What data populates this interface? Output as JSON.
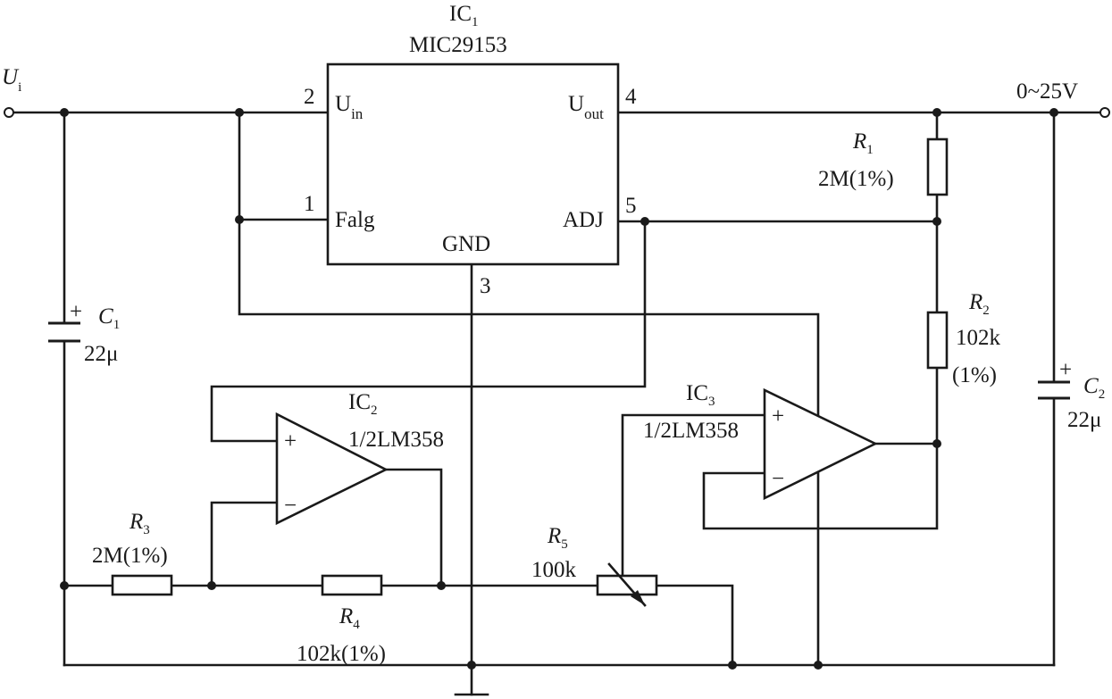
{
  "ic1": {
    "name": "IC",
    "sub": "1",
    "part": "MIC29153",
    "pins": {
      "uin": {
        "num": "2",
        "label": "U",
        "sub": "in"
      },
      "flag": {
        "num": "1",
        "label": "Falg"
      },
      "uout": {
        "num": "4",
        "label": "U",
        "sub": "out"
      },
      "adj": {
        "num": "5",
        "label": "ADJ"
      },
      "gnd": {
        "num": "3",
        "label": "GND"
      }
    }
  },
  "ic2": {
    "name": "IC",
    "sub": "2",
    "part": "1/2LM358"
  },
  "ic3": {
    "name": "IC",
    "sub": "3",
    "part": "1/2LM358"
  },
  "input": {
    "name": "U",
    "sub": "i"
  },
  "output": {
    "label": "0~25V"
  },
  "r1": {
    "name": "R",
    "sub": "1",
    "value": "2M(1%)"
  },
  "r2": {
    "name": "R",
    "sub": "2",
    "value": "102k",
    "tol": "(1%)"
  },
  "r3": {
    "name": "R",
    "sub": "3",
    "value": "2M(1%)"
  },
  "r4": {
    "name": "R",
    "sub": "4",
    "value": "102k(1%)"
  },
  "r5": {
    "name": "R",
    "sub": "5",
    "value": "100k"
  },
  "c1": {
    "name": "C",
    "sub": "1",
    "value": "22μ",
    "polarity": "+"
  },
  "c2": {
    "name": "C",
    "sub": "2",
    "value": "22μ",
    "polarity": "+"
  },
  "opamp": {
    "plus": "+",
    "minus": "−"
  }
}
